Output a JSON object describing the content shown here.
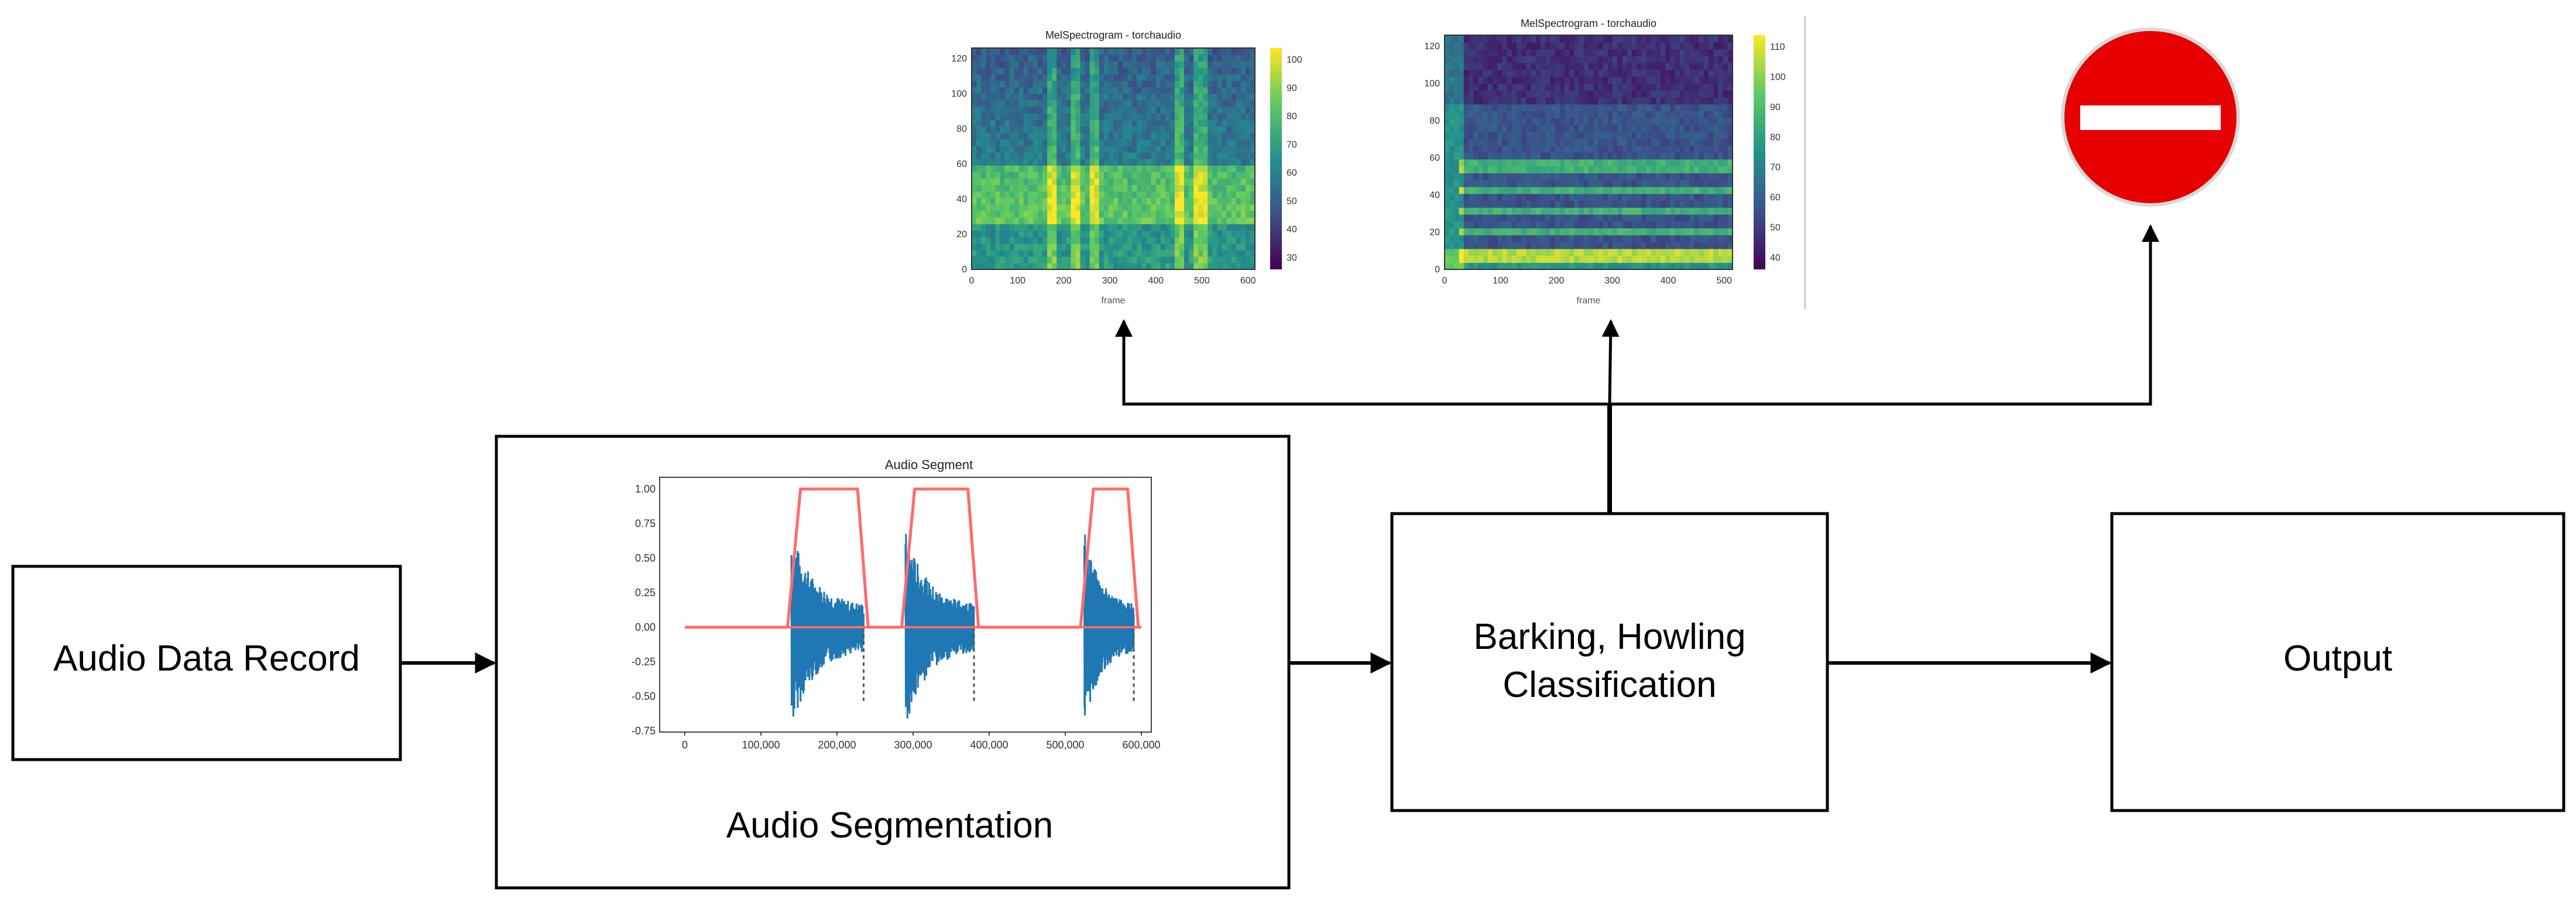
{
  "colors": {
    "box_stroke": "#000000",
    "arrow": "#000000",
    "waveform": "#1f77b4",
    "envelope": "#ff6b6b",
    "stop_sign_fill": "#e60000",
    "stop_sign_bar": "#ffffff",
    "viridis_low": "#3b1c5a",
    "viridis_high": "#fde725"
  },
  "nodes": {
    "record": {
      "label": "Audio Data Record"
    },
    "segmentation": {
      "label": "Audio Segmentation"
    },
    "classification": {
      "label_line1": "Barking, Howling",
      "label_line2": "Classification"
    },
    "output": {
      "label": "Output"
    }
  },
  "icons": {
    "stop": "no-entry-icon"
  },
  "chart_data": [
    {
      "type": "line",
      "title": "Audio Segment",
      "xlim": [
        0,
        600000
      ],
      "ylim": [
        -0.75,
        1.0
      ],
      "x_ticks": [
        "0",
        "100,000",
        "200,000",
        "300,000",
        "400,000",
        "500,000",
        "600,000"
      ],
      "y_ticks": [
        "1.00",
        "0.75",
        "0.50",
        "0.25",
        "0.00",
        "-0.25",
        "-0.50",
        "-0.75"
      ],
      "segments": [
        {
          "start": 140000,
          "end": 235000
        },
        {
          "start": 290000,
          "end": 380000
        },
        {
          "start": 525000,
          "end": 590000
        }
      ]
    },
    {
      "type": "heatmap",
      "title": "MelSpectrogram - torchaudio",
      "x_ticks": [
        "0",
        "100",
        "200",
        "300",
        "400",
        "500",
        "600"
      ],
      "y_ticks": [
        "0",
        "20",
        "40",
        "60",
        "80",
        "100",
        "120"
      ],
      "colorbar_ticks": [
        "100",
        "90",
        "80",
        "70",
        "60",
        "50",
        "40",
        "30"
      ]
    },
    {
      "type": "heatmap",
      "title": "MelSpectrogram - torchaudio",
      "xlabel": "frame",
      "x_ticks": [
        "0",
        "100",
        "200",
        "300",
        "400",
        "500"
      ],
      "y_ticks": [
        "0",
        "20",
        "40",
        "60",
        "80",
        "100",
        "120"
      ],
      "colorbar_ticks": [
        "110",
        "100",
        "90",
        "80",
        "70",
        "60",
        "50",
        "40"
      ]
    }
  ]
}
